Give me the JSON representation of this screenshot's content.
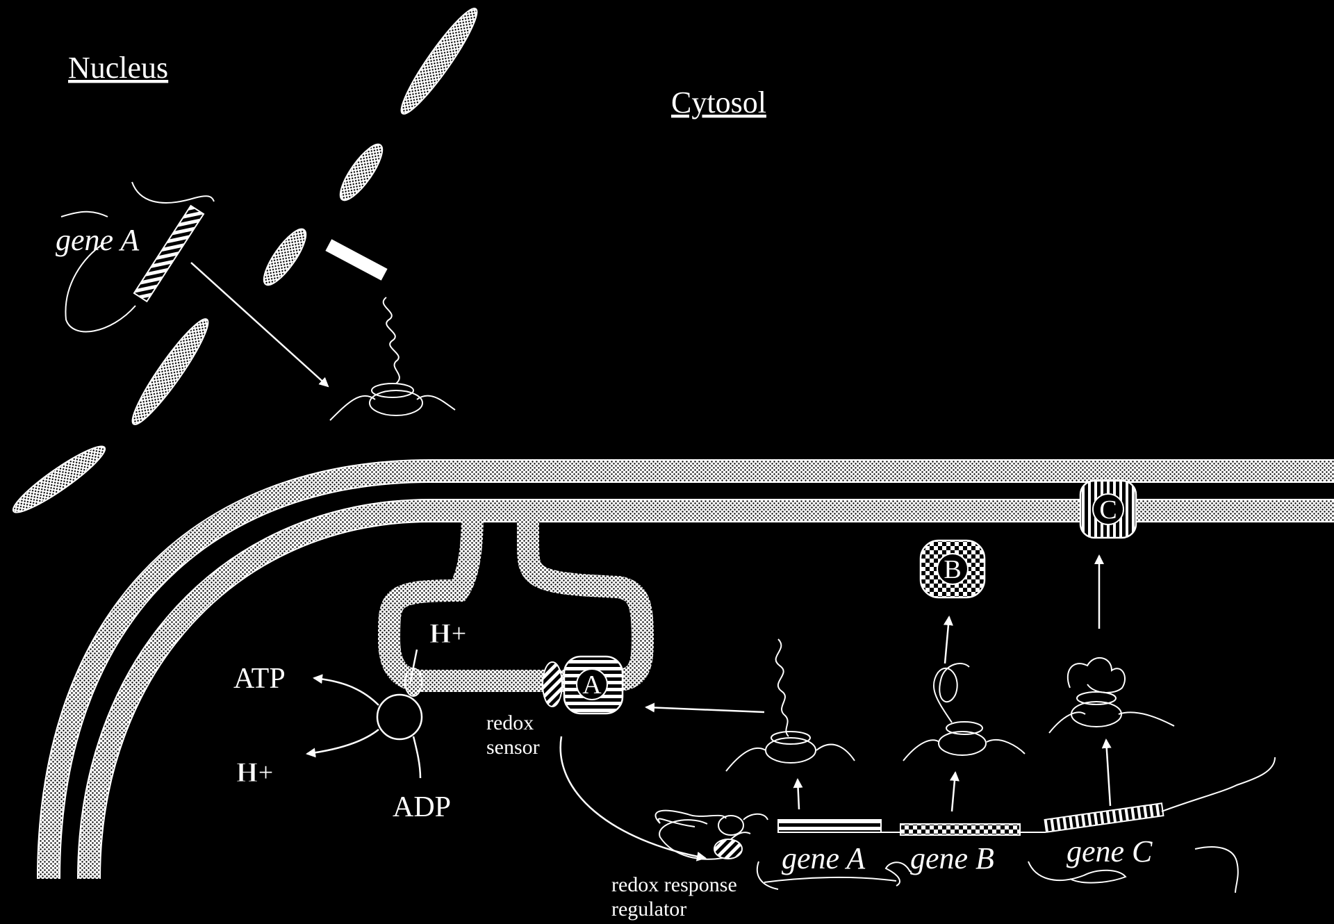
{
  "labels": {
    "nucleus": "Nucleus",
    "cytosol": "Cytosol",
    "gene_a_nuclear": "gene A",
    "atp": "ATP",
    "adp": "ADP",
    "h_plus_top": "H+",
    "h_plus_bottom": "H+",
    "protein_a": "A",
    "protein_b": "B",
    "protein_c": "C",
    "redox_sensor": "redox sensor",
    "redox_response_regulator": "redox response regulator",
    "gene_a_organelle": "gene A",
    "gene_b_organelle": "gene B",
    "gene_c_organelle": "gene C"
  },
  "colors": {
    "background": "#000000",
    "foreground": "#ffffff"
  }
}
